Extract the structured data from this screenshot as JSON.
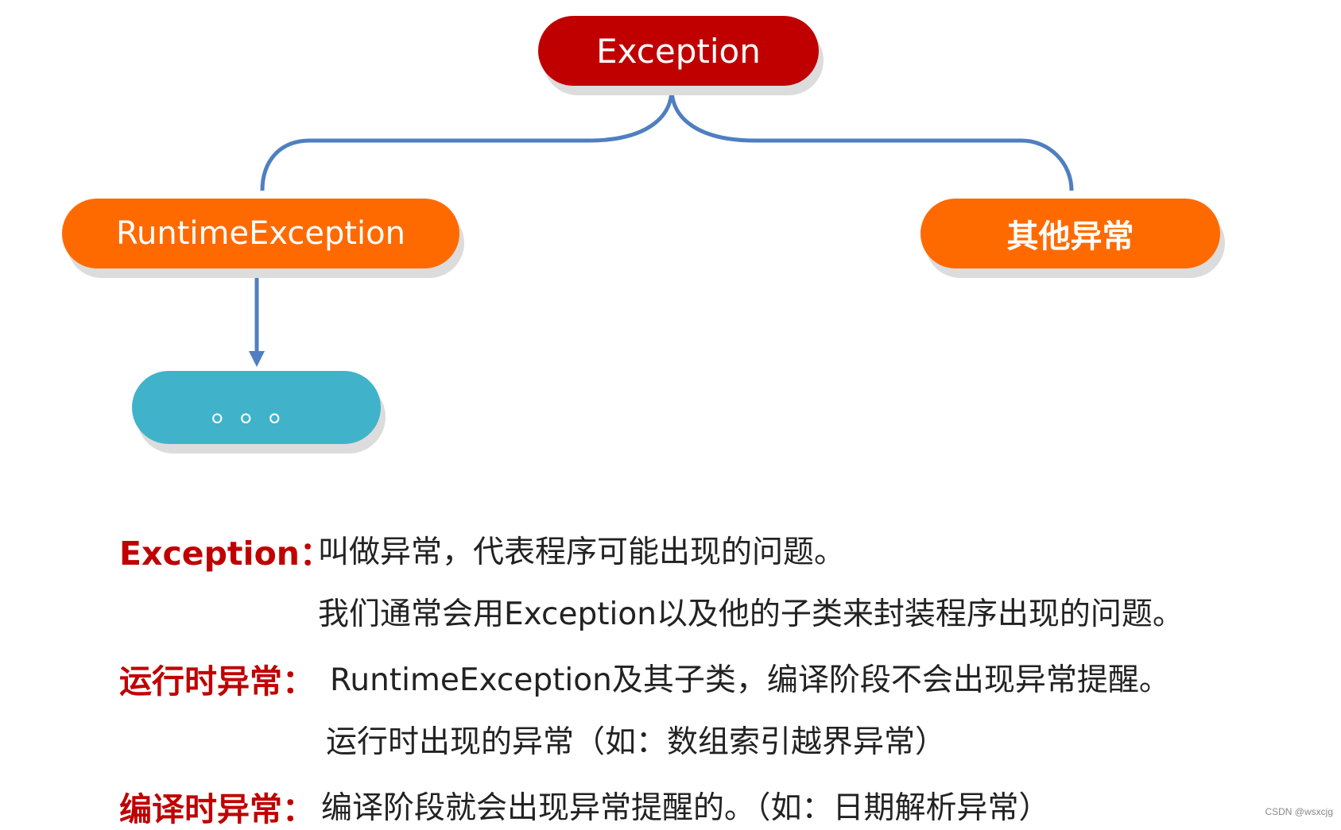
{
  "diagram": {
    "nodes": {
      "exception": {
        "label": "Exception",
        "color": "#c00000"
      },
      "runtime_exception": {
        "label": "RuntimeException",
        "color": "#ff6a00"
      },
      "other_exceptions": {
        "label": "其他异常",
        "color": "#ff6a00"
      },
      "runtime_children": {
        "label": "。。。",
        "color": "#40b3cb"
      }
    },
    "connector_color": "#4f7fc0",
    "edges": [
      {
        "from": "Exception",
        "to": "RuntimeException"
      },
      {
        "from": "Exception",
        "to": "其他异常"
      },
      {
        "from": "RuntimeException",
        "to": "。。。",
        "arrow": true
      }
    ]
  },
  "definitions": [
    {
      "term": "Exception：",
      "lines": [
        "叫做异常，代表程序可能出现的问题。",
        "我们通常会用Exception以及他的子类来封装程序出现的问题。"
      ]
    },
    {
      "term": "运行时异常：",
      "lines": [
        "RuntimeException及其子类，编译阶段不会出现异常提醒。",
        "运行时出现的异常（如：数组索引越界异常）"
      ]
    },
    {
      "term": "编译时异常：",
      "lines": [
        "编译阶段就会出现异常提醒的。（如：日期解析异常）"
      ]
    }
  ],
  "term_color": "#c00000",
  "watermark": "CSDN @wsxcjg"
}
